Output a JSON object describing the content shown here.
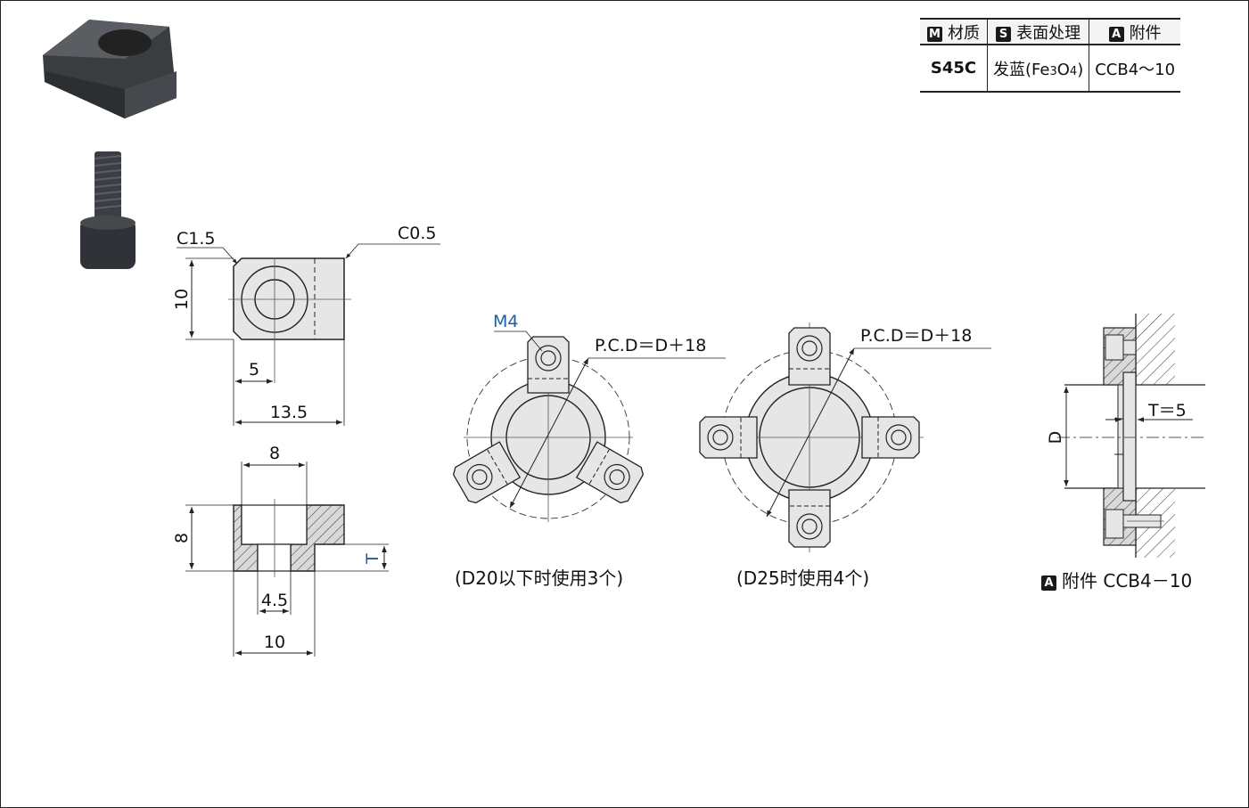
{
  "spec_table": {
    "headers": [
      {
        "badge": "M",
        "label": "材质"
      },
      {
        "badge": "S",
        "label": "表面处理"
      },
      {
        "badge": "A",
        "label": "附件"
      }
    ],
    "material": "S45C",
    "surface_main": "发蓝(Fe",
    "surface_sub1": "3",
    "surface_mid": "O",
    "surface_sub2": "4",
    "surface_end": ")",
    "accessory": "CCB4～10"
  },
  "dims": {
    "chamfer_big": "C1.5",
    "chamfer_small": "C0.5",
    "height_10": "10",
    "hole_pos_5": "5",
    "length_13_5": "13.5",
    "width_8": "8",
    "thickness_8": "8",
    "step_T": "T",
    "slot_4_5": "4.5",
    "bottom_10": "10"
  },
  "views": {
    "m4_label": "M4",
    "pcd_label_3": "P.C.D＝D＋18",
    "pcd_label_4": "P.C.D＝D＋18",
    "caption_3": "(D20以下时使用3个)",
    "caption_4": "(D25时使用4个)",
    "section_T": "T＝5",
    "section_D": "D",
    "accessory_badge": "A",
    "accessory_text": "附件  CCB4－10"
  },
  "colors": {
    "part_fill": "#e6e6e6",
    "dark_part": "#3a3d40",
    "blue_label": "#1a5fa8",
    "line": "#222222"
  }
}
